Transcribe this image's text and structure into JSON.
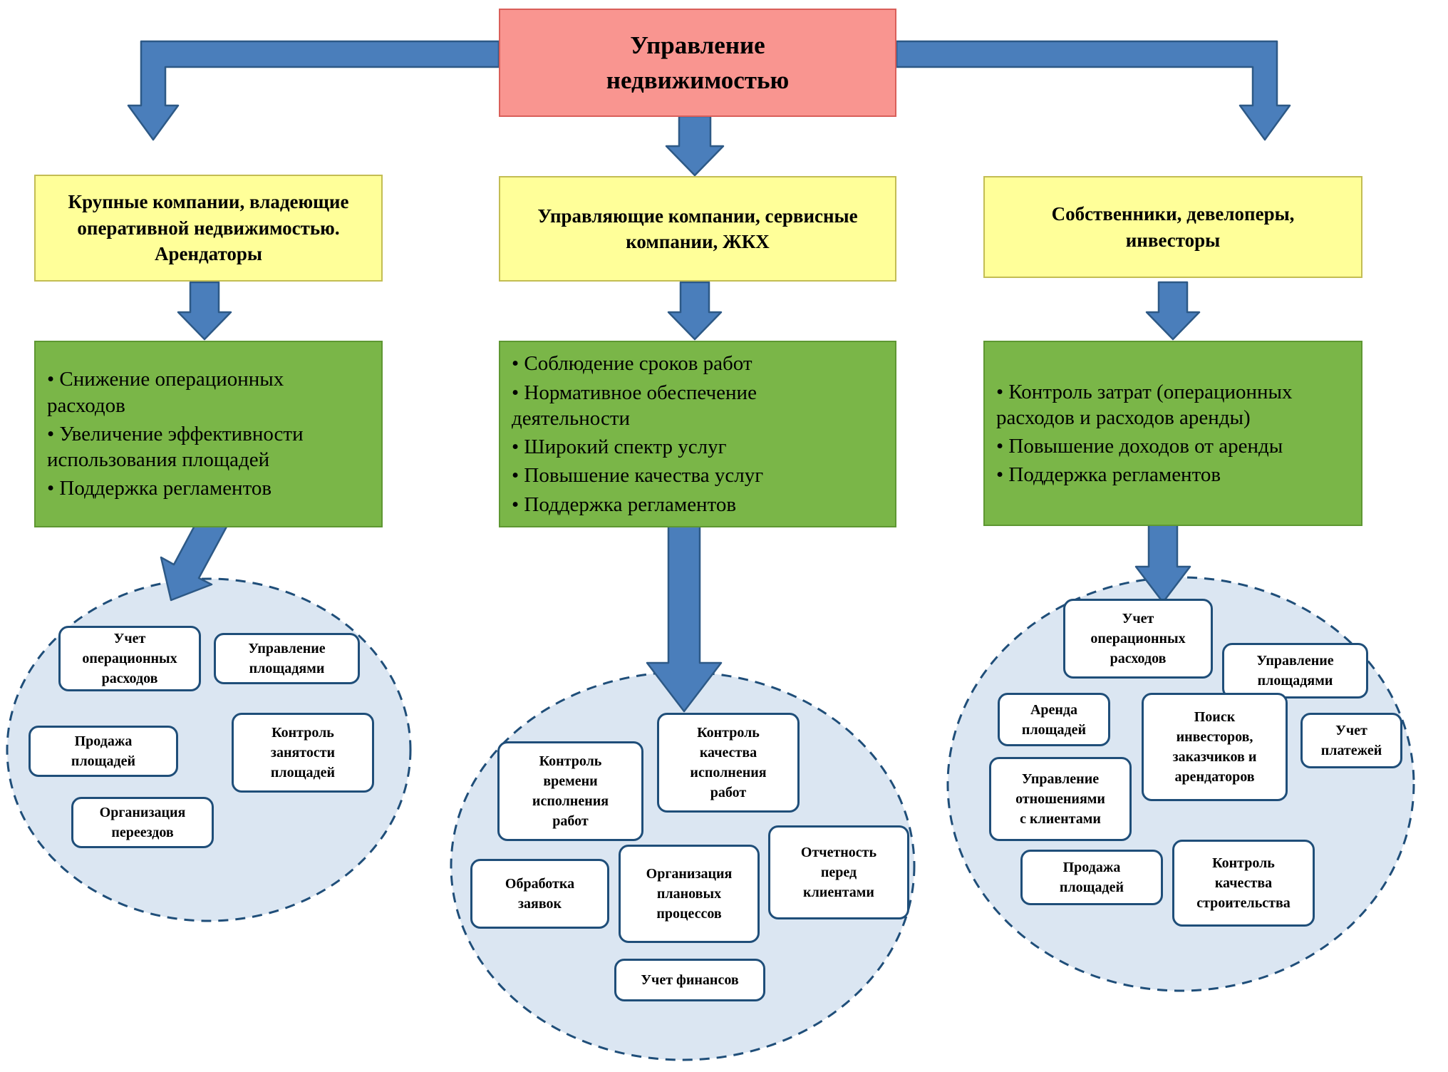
{
  "root": {
    "label": "Управление\nнедвижимостью"
  },
  "audiences": [
    {
      "label": "Крупные компании, владеющие\nоперативной недвижимостью.\nАрендаторы"
    },
    {
      "label": "Управляющие компании, сервисные\nкомпании, ЖКХ"
    },
    {
      "label": "Собственники, девелоперы,\nинвесторы"
    }
  ],
  "goals": [
    {
      "items": [
        "• Снижение операционных\nрасходов",
        "• Увеличение эффективности\nиспользования площадей",
        "• Поддержка регламентов"
      ]
    },
    {
      "items": [
        "• Соблюдение сроков работ",
        "• Нормативное обеспечение\nдеятельности",
        "• Широкий спектр услуг",
        "• Повышение качества услуг",
        "• Поддержка регламентов"
      ]
    },
    {
      "items": [
        "• Контроль затрат (операционных\nрасходов и расходов аренды)",
        "• Повышение доходов от аренды",
        "• Поддержка регламентов"
      ]
    }
  ],
  "functions": [
    {
      "items": [
        "Учет\nоперационных\nрасходов",
        "Управление\nплощадями",
        "Продажа\nплощадей",
        "Контроль\nзанятости\nплощадей",
        "Организация\nпереездов"
      ]
    },
    {
      "items": [
        "Контроль\nвремени\nисполнения\nработ",
        "Контроль\nкачества\nисполнения\nработ",
        "Обработка\nзаявок",
        "Организация\nплановых\nпроцессов",
        "Отчетность\nперед\nклиентами",
        "Учет финансов"
      ]
    },
    {
      "items": [
        "Учет\nоперационных\nрасходов",
        "Управление\nплощадями",
        "Аренда\nплощадей",
        "Поиск\nинвесторов,\nзаказчиков и\nарендаторов",
        "Учет\nплатежей",
        "Управление\nотношениями\nс клиентами",
        "Продажа\nплощадей",
        "Контроль\nкачества\nстроительства"
      ]
    }
  ],
  "colors": {
    "root_fill": "#f99590",
    "audience_fill": "#ffff99",
    "goal_fill": "#7ab648",
    "arrow_fill": "#4a7ebb",
    "pool_fill": "#dbe6f2",
    "outline_blue": "#1f4e79"
  }
}
